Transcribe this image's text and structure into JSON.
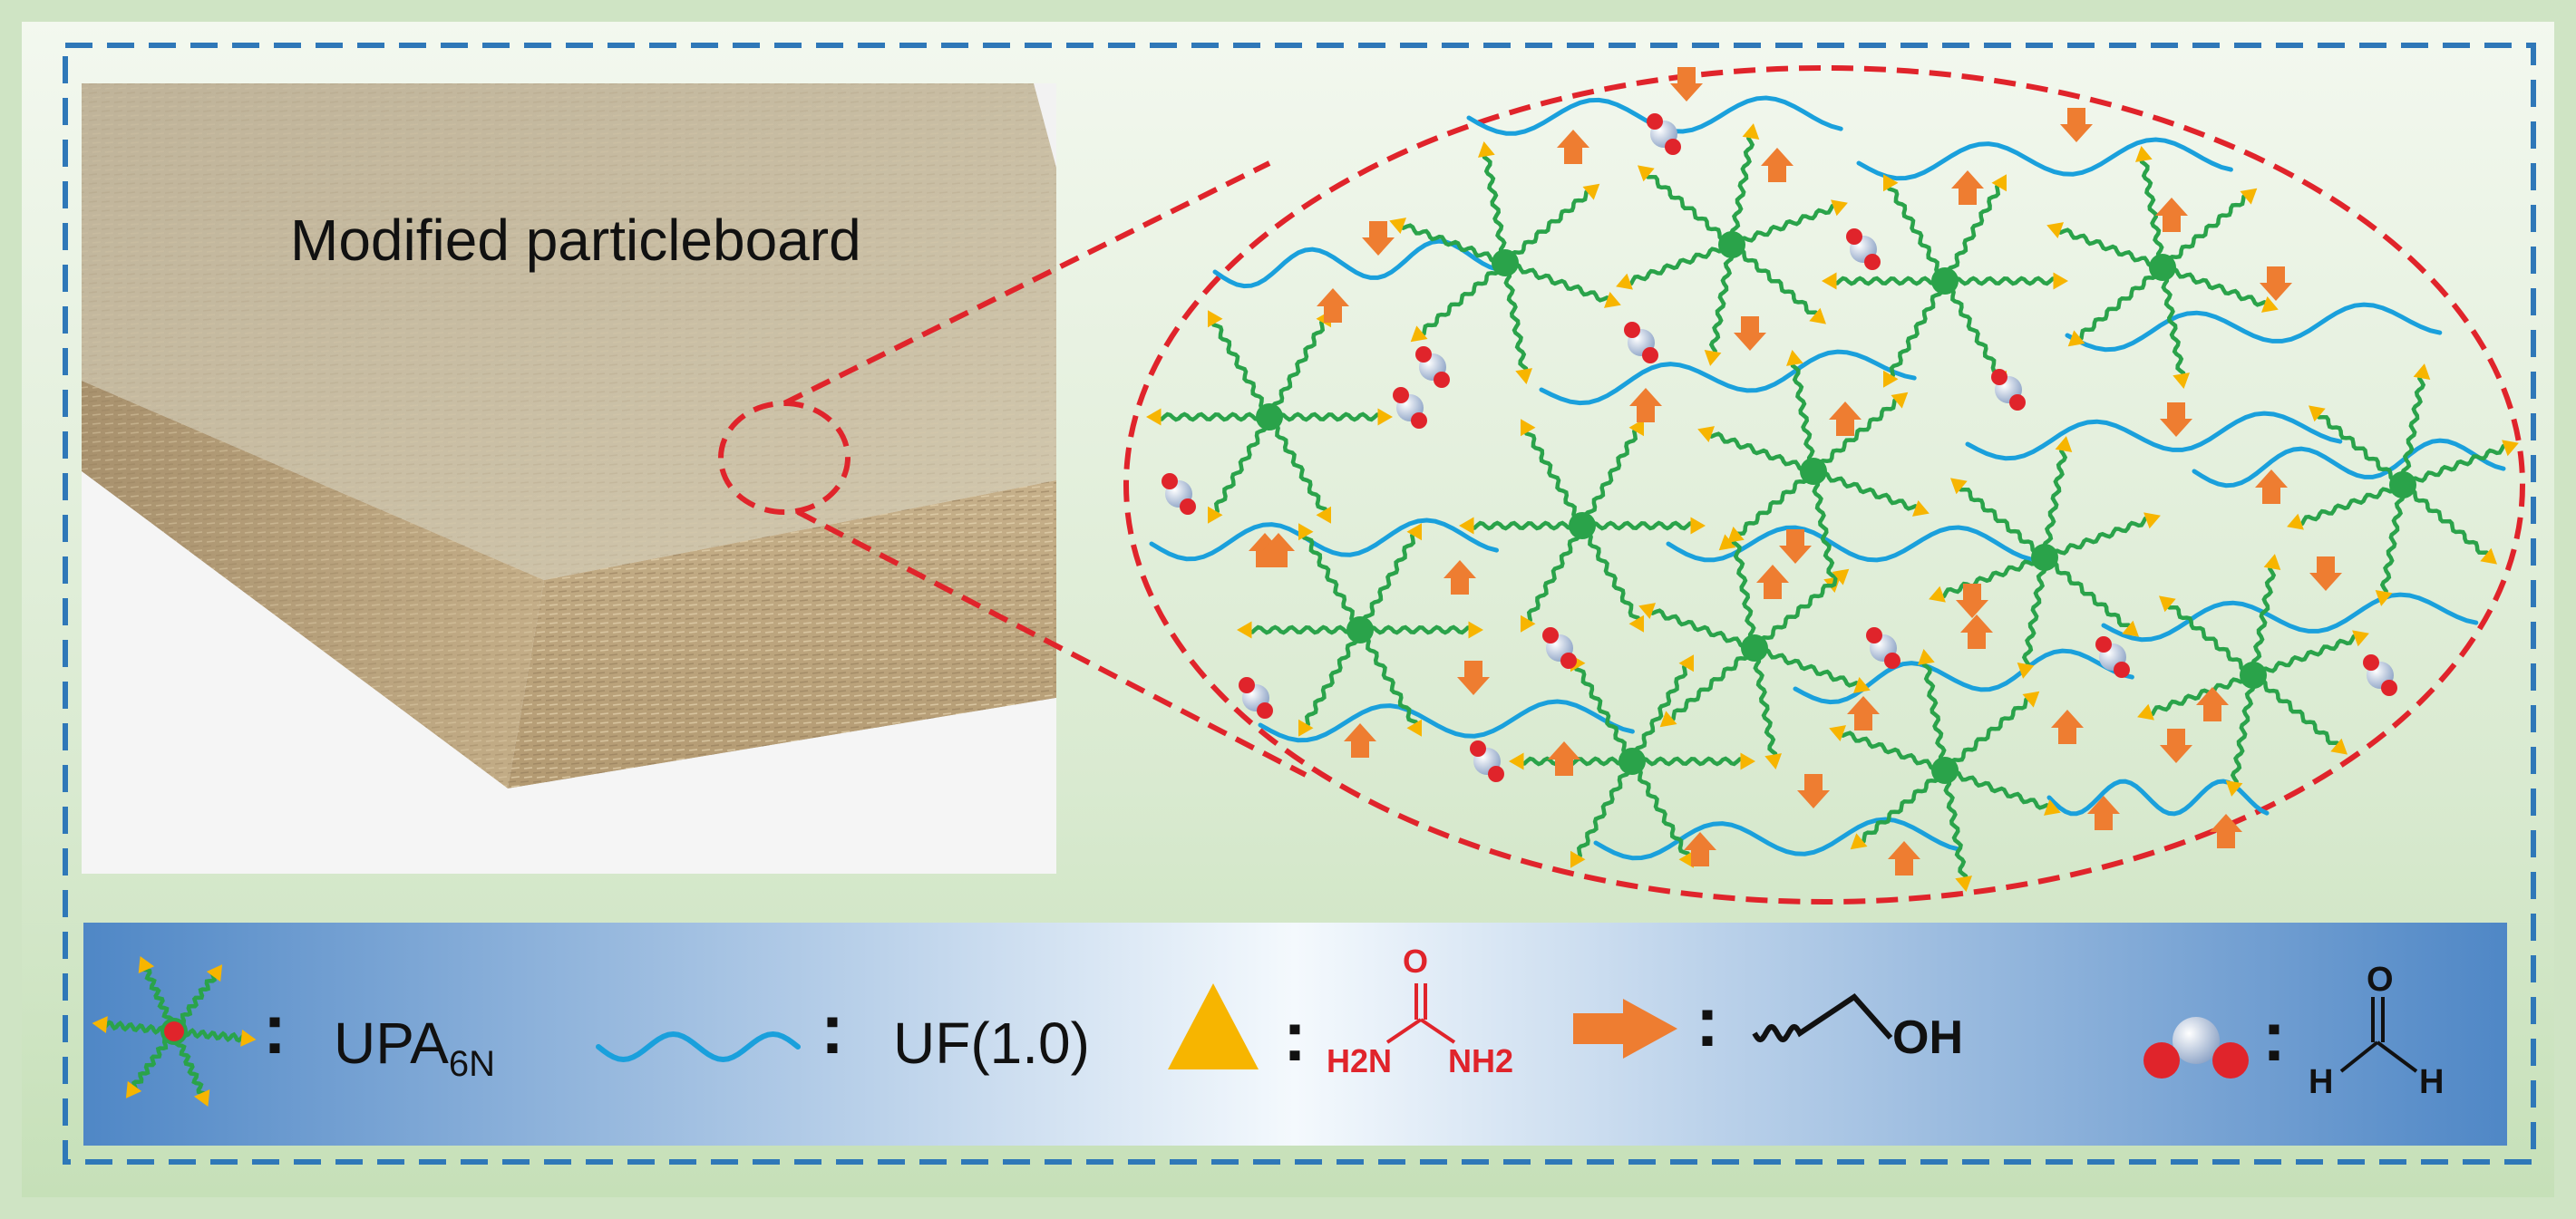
{
  "board_label": "Modified particleboard",
  "legend": {
    "upa_label": "UPA",
    "upa_subscript": "6N",
    "uf_label": "UF(1.0)",
    "urea": {
      "o": "O",
      "left": "H2N",
      "right": "NH2"
    },
    "oh": {
      "label": "OH"
    },
    "formaldehyde": {
      "o": "O",
      "h_left": "H",
      "h_right": "H"
    }
  },
  "colors": {
    "frame_bg": "#dcebd2",
    "frame_border": "#2f78b8",
    "callout": "#e0242b",
    "network_green": "#2aa34a",
    "uf_blue": "#1aa0dc",
    "arrow_orange": "#ee7d31",
    "urea_yellow": "#f7b500",
    "legend_dark": "#5e95cf"
  }
}
